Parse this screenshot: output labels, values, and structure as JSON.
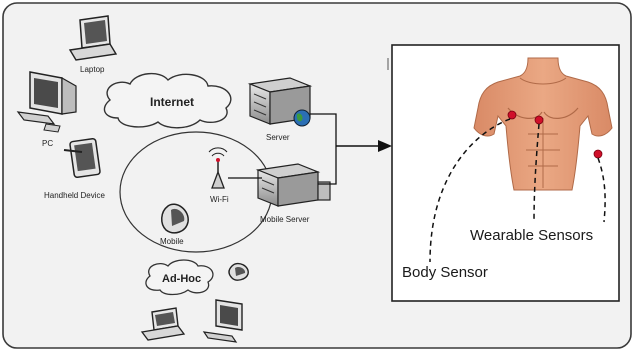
{
  "network": {
    "laptop": "Laptop",
    "pc": "PC",
    "handheld": "Handheld Device",
    "internet": "Internet",
    "server": "Server",
    "wifi": "Wi-Fi",
    "mobile_server": "Mobile Server",
    "mobile": "Mobile",
    "adhoc": "Ad-Hoc"
  },
  "body_panel": {
    "wearable": "Wearable Sensors",
    "body_sensor": "Body Sensor"
  },
  "colors": {
    "background": "#f2f2f2",
    "skin": "#e8a07c",
    "skin_shadow": "#c97f5c",
    "sensor": "#d0102a",
    "line": "#111111"
  }
}
